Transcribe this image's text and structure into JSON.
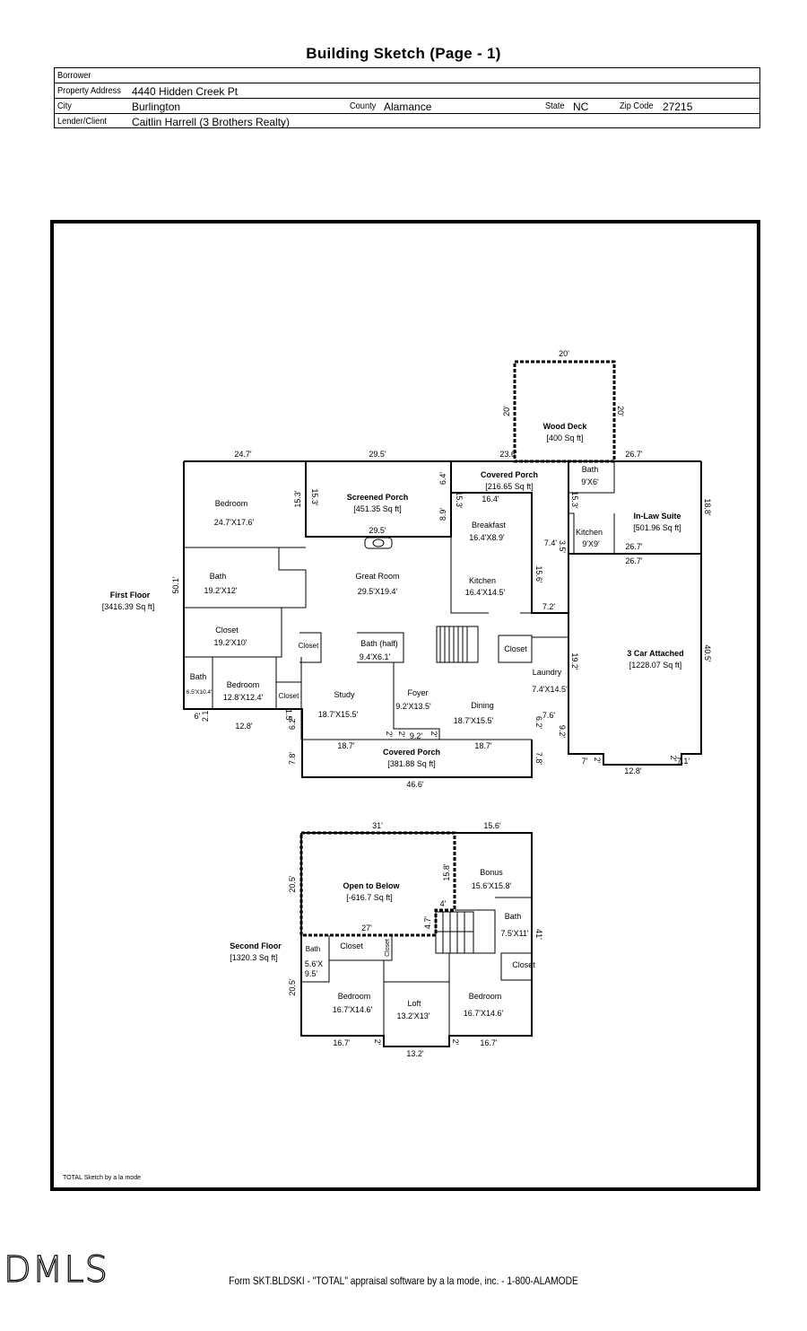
{
  "page_title": "Building Sketch (Page - 1)",
  "header": {
    "borrower_label": "Borrower",
    "borrower_value": "",
    "property_address_label": "Property Address",
    "property_address_value": "4440 Hidden Creek Pt",
    "city_label": "City",
    "city_value": "Burlington",
    "county_label": "County",
    "county_value": "Alamance",
    "state_label": "State",
    "state_value": "NC",
    "zip_label": "Zip Code",
    "zip_value": "27215",
    "lender_label": "Lender/Client",
    "lender_value": "Caitlin Harrell (3 Brothers Realty)"
  },
  "sketch": {
    "first_floor": {
      "title": "First Floor",
      "area": "[3416.39 Sq ft]",
      "wood_deck": "Wood Deck",
      "wood_deck_area": "[400 Sq ft]",
      "covered_porch": "Covered Porch",
      "covered_porch_area": "[216.65 Sq ft]",
      "screened_porch": "Screened Porch",
      "screened_porch_area": "[451.35 Sq ft]",
      "inlaw": "In-Law Suite",
      "inlaw_area": "[501.96 Sq ft]",
      "garage": "3 Car Attached",
      "garage_area": "[1228.07 Sq ft]",
      "front_porch": "Covered Porch",
      "front_porch_area": "[381.88 Sq ft]",
      "bedroom1": "Bedroom",
      "bedroom1_dim": "24.7'X17.6'",
      "bath1": "Bath",
      "bath1_dim": "19.2'X12'",
      "closet1": "Closet",
      "closet1_dim": "19.2'X10'",
      "bath2": "Bath",
      "bath2_dim": "6.5'X10.4'",
      "bedroom2": "Bedroom",
      "bedroom2_dim": "12.8'X12.4'",
      "closet_small": "Closet",
      "great_room": "Great Room",
      "great_room_dim": "29.5'X19.4'",
      "closet_gr": "Closet",
      "half_bath": "Bath (half)",
      "half_bath_dim": "9.4'X6.1'",
      "study": "Study",
      "study_dim": "18.7'X15.5'",
      "foyer": "Foyer",
      "foyer_dim": "9.2'X13.5'",
      "dining": "Dining",
      "dining_dim": "18.7'X15.5'",
      "breakfast": "Breakfast",
      "breakfast_dim": "16.4'X8.9'",
      "kitchen": "Kitchen",
      "kitchen_dim": "16.4'X14.5'",
      "closet_k": "Closet",
      "laundry": "Laundry",
      "laundry_dim": "7.4'X14.5'",
      "bath3": "Bath",
      "bath3_dim": "9'X6'",
      "kitchen2": "Kitchen",
      "kitchen2_dim": "9'X9'"
    },
    "second_floor": {
      "title": "Second Floor",
      "area": "[1320.3 Sq ft]",
      "open": "Open to Below",
      "open_area": "[-616.7 Sq ft]",
      "bonus": "Bonus",
      "bonus_dim": "15.6'X15.8'",
      "bath": "Bath",
      "bath_dim": "7.5'X11'",
      "closet_r": "Closet",
      "bath_l": "Bath",
      "bath_l_dim1": "5.6'X",
      "bath_l_dim2": "9.5'",
      "closet_l": "Closet",
      "closet_v": "Closet",
      "bedroom_l": "Bedroom",
      "bedroom_l_dim": "16.7'X14.6'",
      "loft": "Loft",
      "loft_dim": "13.2'X13'",
      "bedroom_r": "Bedroom",
      "bedroom_r_dim": "16.7'X14.6'"
    },
    "dims": {
      "d20": "20'",
      "d24_7": "24.7'",
      "d29_5": "29.5'",
      "d23_6": "23.6'",
      "d26_7": "26.7'",
      "d15_3": "15.3'",
      "d6_4": "6.4'",
      "d8_9": "8.9'",
      "d16_4": "16.4'",
      "d18_8": "18.8'",
      "d7_4": "7.4'",
      "d3_5": "3.5'",
      "d15_6": "15.6'",
      "d7_2": "7.2'",
      "d50_1": "50.1'",
      "d19_2": "19.2'",
      "d40_5": "40.5'",
      "d6": "6'",
      "d2_1": "2.1'",
      "d12_8": "12.8'",
      "d1_5": "1.5'",
      "d6_2": "6.2'",
      "d18_7": "18.7'",
      "d9_2": "9.2'",
      "d2": "2'",
      "d7_6": "7.6'",
      "d7_8": "7.8'",
      "d46_6": "46.6'",
      "d7": "7'",
      "d7_1": "7.1'",
      "d31": "31'",
      "d15_8": "15.8'",
      "d20_5": "20.5'",
      "d4": "4'",
      "d4_7": "4.7'",
      "d27": "27'",
      "d41": "41'",
      "d16_7": "16.7'",
      "d13_2": "13.2'"
    }
  },
  "footnote": "TOTAL Sketch by a la mode",
  "footer": "Form SKT.BLDSKI - \"TOTAL\" appraisal software by a la mode, inc. - 1-800-ALAMODE",
  "logo_text": "DMLS"
}
